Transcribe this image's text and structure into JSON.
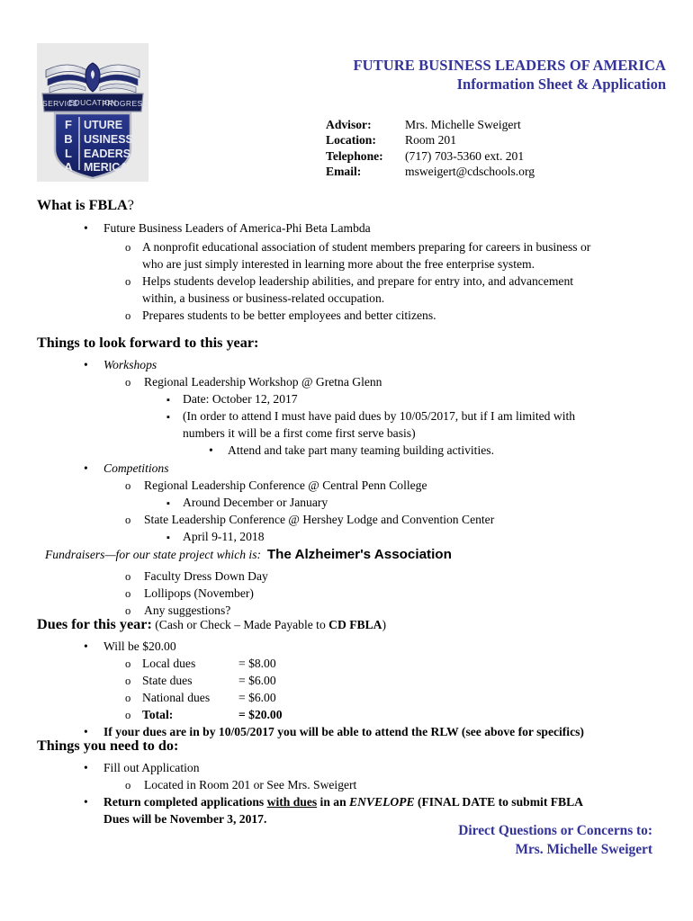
{
  "document": {
    "title": "FUTURE BUSINESS LEADERS OF AMERICA",
    "subtitle": "Information Sheet & Application",
    "accent_color": "#333399"
  },
  "logo": {
    "name": "fbla-emblem",
    "banner": [
      "SERVICE",
      "EDUCATION",
      "PROGRESS"
    ],
    "initials": [
      "F",
      "B",
      "L",
      "A"
    ],
    "words": [
      "UTURE",
      "USINESS",
      "EADERS",
      "MERICA"
    ]
  },
  "contact": {
    "rows": [
      {
        "label": "Advisor:",
        "value": "Mrs. Michelle Sweigert"
      },
      {
        "label": "Location:",
        "value": "Room 201"
      },
      {
        "label": "Telephone:",
        "value": "(717) 703-5360 ext. 201"
      },
      {
        "label": "Email:",
        "value": "msweigert@cdschools.org"
      }
    ]
  },
  "what_is": {
    "heading_bold": "What is FBLA",
    "heading_tail": "?",
    "item1": "Future Business Leaders of America-Phi Beta Lambda",
    "sub1_line1": "A nonprofit educational association of student members preparing for careers in business or",
    "sub1_line2": "who are just simply interested in learning more about the free enterprise system.",
    "sub2_line1": "Helps students develop leadership abilities, and prepare for entry into, and advancement",
    "sub2_line2": "within, a business or business-related occupation.",
    "sub3": "Prepares students to be better employees and better citizens."
  },
  "things_forward": {
    "heading": "Things to look forward to this year:",
    "workshops_label": "Workshops",
    "workshop_item": "Regional Leadership Workshop @ Gretna Glenn",
    "workshop_date": "Date: October 12, 2017",
    "workshop_note_line1": "(In order to attend I must have paid dues by 10/05/2017, but if I am limited with",
    "workshop_note_line2": "numbers it will be a first come first serve basis)",
    "workshop_activity": "Attend and take part many teaming building activities.",
    "competitions_label": "Competitions",
    "comp1": "Regional Leadership Conference @  Central Penn College",
    "comp1_date": "Around December or January",
    "comp2": "State Leadership Conference @ Hershey Lodge and Convention Center",
    "comp2_date": "April 9-11, 2018",
    "fundraisers_label": "Fundraisers—for our state project which is:",
    "fundraisers_project": "The Alzheimer's Association",
    "fund1": "Faculty Dress Down Day",
    "fund2": "Lollipops (November)",
    "fund3": "Any suggestions?"
  },
  "dues": {
    "heading_bold": "Dues for this year:",
    "heading_note_pre": "(Cash or Check – Made Payable to ",
    "heading_note_bold": "CD FBLA",
    "heading_note_post": ")",
    "will_be": "Will be $20.00",
    "rows": [
      {
        "label": "Local dues",
        "amount": "= $8.00",
        "bold": false
      },
      {
        "label": "State dues",
        "amount": "= $6.00",
        "bold": false
      },
      {
        "label": "National dues",
        "amount": "= $6.00",
        "bold": false
      },
      {
        "label": "Total:",
        "amount": "= $20.00",
        "bold": true
      }
    ],
    "deadline_note": "If your dues are in by 10/05/2017 you will be able to attend the RLW (see above for specifics)"
  },
  "todo": {
    "heading": "Things you need to do:",
    "item1": "Fill out Application",
    "item1_sub": "Located in Room 201 or See Mrs. Sweigert",
    "item2_p1": "Return completed applications ",
    "item2_underline": "with dues",
    "item2_p2": " in an ",
    "item2_italic": "ENVELOPE",
    "item2_p3": " (FINAL DATE to submit FBLA",
    "item2_line2": "Dues will be November 3, 2017."
  },
  "footer": {
    "line1": "Direct Questions or Concerns to:",
    "line2": "Mrs. Michelle Sweigert"
  }
}
